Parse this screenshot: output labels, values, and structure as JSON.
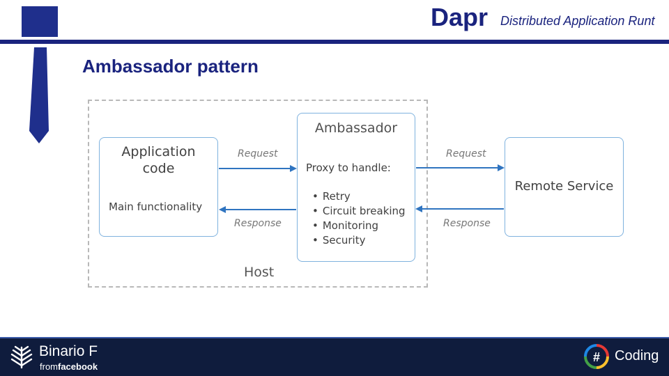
{
  "header": {
    "title": "Dapr",
    "subtitle": "Distributed Application Runt"
  },
  "slide": {
    "title": "Ambassador pattern"
  },
  "diagram": {
    "host_label": "Host",
    "application": {
      "title_line1": "Application",
      "title_line2": "code",
      "subtitle": "Main functionality"
    },
    "ambassador": {
      "title": "Ambassador",
      "proxy_label": "Proxy to handle:",
      "items": [
        "Retry",
        "Circuit breaking",
        "Monitoring",
        "Security"
      ]
    },
    "remote": {
      "title": "Remote Service"
    },
    "edges": {
      "request_left": "Request",
      "response_left": "Response",
      "request_right": "Request",
      "response_right": "Response"
    }
  },
  "footer": {
    "brand_name": "Binario F",
    "brand_from": "from",
    "brand_company": "facebook",
    "hashtag": "#",
    "coding_label": "Coding"
  },
  "colors": {
    "navy": "#1a237e",
    "arrow": "#2f74c0",
    "box_border": "#7fb2de",
    "footer_bg": "#0f1c3d"
  }
}
